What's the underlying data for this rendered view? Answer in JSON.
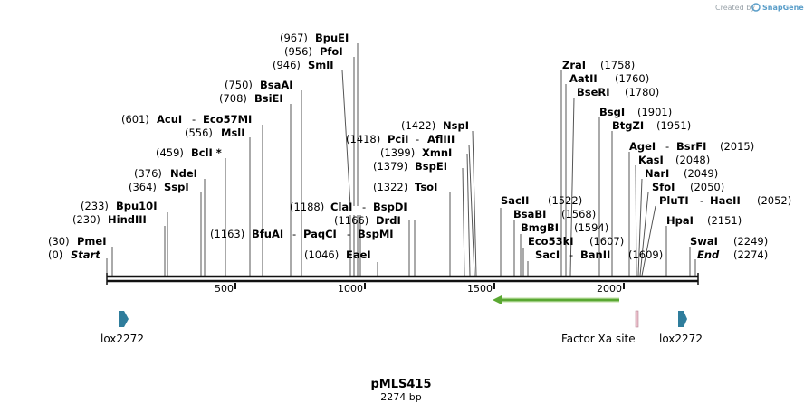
{
  "credit": {
    "text": "Created by",
    "brand": "SnapGene"
  },
  "map": {
    "name": "pMLS415",
    "length_label": "2274 bp",
    "length": 2274
  },
  "ticks": [
    "500",
    "1000",
    "1500",
    "2000"
  ],
  "sites": [
    {
      "name": "PmeI",
      "pos": "(30)"
    },
    {
      "name": "Start",
      "pos": "(0)"
    },
    {
      "name": "HindIII",
      "pos": "(230)"
    },
    {
      "name": "Bpu10I",
      "pos": "(233)"
    },
    {
      "name": "SspI",
      "pos": "(364)"
    },
    {
      "name": "NdeI",
      "pos": "(376)"
    },
    {
      "name": "BclI *",
      "pos": "(459)"
    },
    {
      "name": "MslI",
      "pos": "(556)"
    },
    {
      "name": "AcuI",
      "pos": "(601)"
    },
    {
      "name": "Eco57MI",
      "pos": ""
    },
    {
      "name": "BsiEI",
      "pos": "(708)"
    },
    {
      "name": "BsaAI",
      "pos": "(750)"
    },
    {
      "name": "SmlI",
      "pos": "(946)"
    },
    {
      "name": "PfoI",
      "pos": "(956)"
    },
    {
      "name": "BpuEI",
      "pos": "(967)"
    },
    {
      "name": "BfuAI",
      "pos": "(1163)"
    },
    {
      "name": "PaqCI",
      "pos": ""
    },
    {
      "name": "BspMI",
      "pos": ""
    },
    {
      "name": "ClaI",
      "pos": "(1188)"
    },
    {
      "name": "BspDI",
      "pos": ""
    },
    {
      "name": "DrdI",
      "pos": "(1166)"
    },
    {
      "name": "EaeI",
      "pos": "(1046)"
    },
    {
      "name": "PciI",
      "pos": "(1418)"
    },
    {
      "name": "AflIII",
      "pos": ""
    },
    {
      "name": "NspI",
      "pos": "(1422)"
    },
    {
      "name": "XmnI",
      "pos": "(1399)"
    },
    {
      "name": "BspEI",
      "pos": "(1379)"
    },
    {
      "name": "TsoI",
      "pos": "(1322)"
    },
    {
      "name": "SacII",
      "pos": "(1522)"
    },
    {
      "name": "BsaBI",
      "pos": "(1568)"
    },
    {
      "name": "BmgBI",
      "pos": "(1594)"
    },
    {
      "name": "Eco53kI",
      "pos": "(1607)"
    },
    {
      "name": "SacI",
      "pos": ""
    },
    {
      "name": "BanII",
      "pos": "(1609)"
    },
    {
      "name": "ZraI",
      "pos": "(1758)"
    },
    {
      "name": "AatII",
      "pos": "(1760)"
    },
    {
      "name": "BseRI",
      "pos": "(1780)"
    },
    {
      "name": "BsgI",
      "pos": "(1901)"
    },
    {
      "name": "BtgZI",
      "pos": "(1951)"
    },
    {
      "name": "AgeI",
      "pos": ""
    },
    {
      "name": "BsrFI",
      "pos": "(2015)"
    },
    {
      "name": "KasI",
      "pos": "(2048)"
    },
    {
      "name": "NarI",
      "pos": "(2049)"
    },
    {
      "name": "SfoI",
      "pos": "(2050)"
    },
    {
      "name": "PluTI",
      "pos": ""
    },
    {
      "name": "HaeII",
      "pos": "(2052)"
    },
    {
      "name": "HpaI",
      "pos": "(2151)"
    },
    {
      "name": "SwaI",
      "pos": "(2249)"
    },
    {
      "name": "End",
      "pos": "(2274)"
    }
  ],
  "features": [
    {
      "label": "lox2272",
      "color": "#2f7d9c"
    },
    {
      "label": "Factor Xa site",
      "color": "#e8bcc8"
    },
    {
      "label": "lox2272",
      "color": "#2f7d9c"
    }
  ],
  "arrow_color": "#5aa832"
}
